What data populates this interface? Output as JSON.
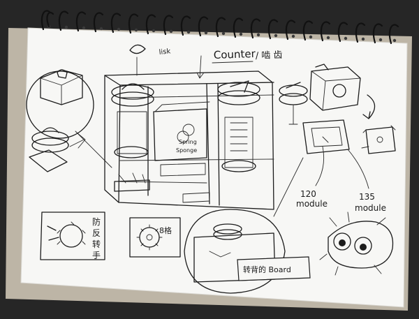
{
  "notebook": {
    "colors": {
      "background": "#262626",
      "paper": "#f7f7f5",
      "cardboard": "#bdb5a6",
      "ink": "#1c1c1c"
    }
  },
  "labels": {
    "counter": "Counter",
    "counter_cn": "/ 啮 齿",
    "spring": "Spring",
    "sponge": "Sponge",
    "module120": "120",
    "module120_word": "module",
    "module135": "135",
    "module135_word": "module",
    "anti_a": "防",
    "anti_b": "反",
    "anti_c": "转",
    "anti_d": "手",
    "gear8": "8格",
    "board": "转背的 Board",
    "top_note": "lisk"
  }
}
